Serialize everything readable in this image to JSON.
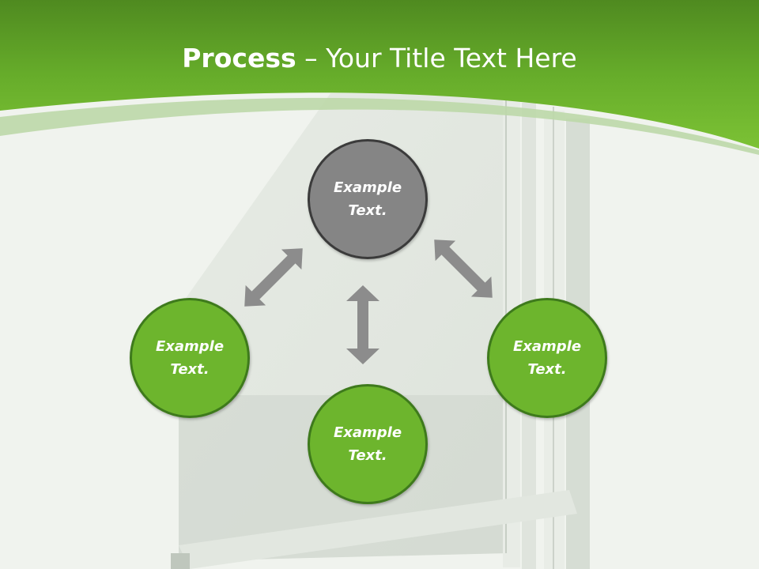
{
  "title": {
    "bold": "Process",
    "rest": " – Your Title Text Here"
  },
  "nodes": [
    {
      "line1": "Example",
      "line2": "Text."
    },
    {
      "line1": "Example",
      "line2": "Text."
    },
    {
      "line1": "Example",
      "line2": "Text."
    },
    {
      "line1": "Example",
      "line2": "Text."
    }
  ],
  "colors": {
    "header_green": "#6db52d",
    "node_green": "#6db52d",
    "node_grey": "#858585",
    "arrow_grey": "#8c8c8c"
  }
}
